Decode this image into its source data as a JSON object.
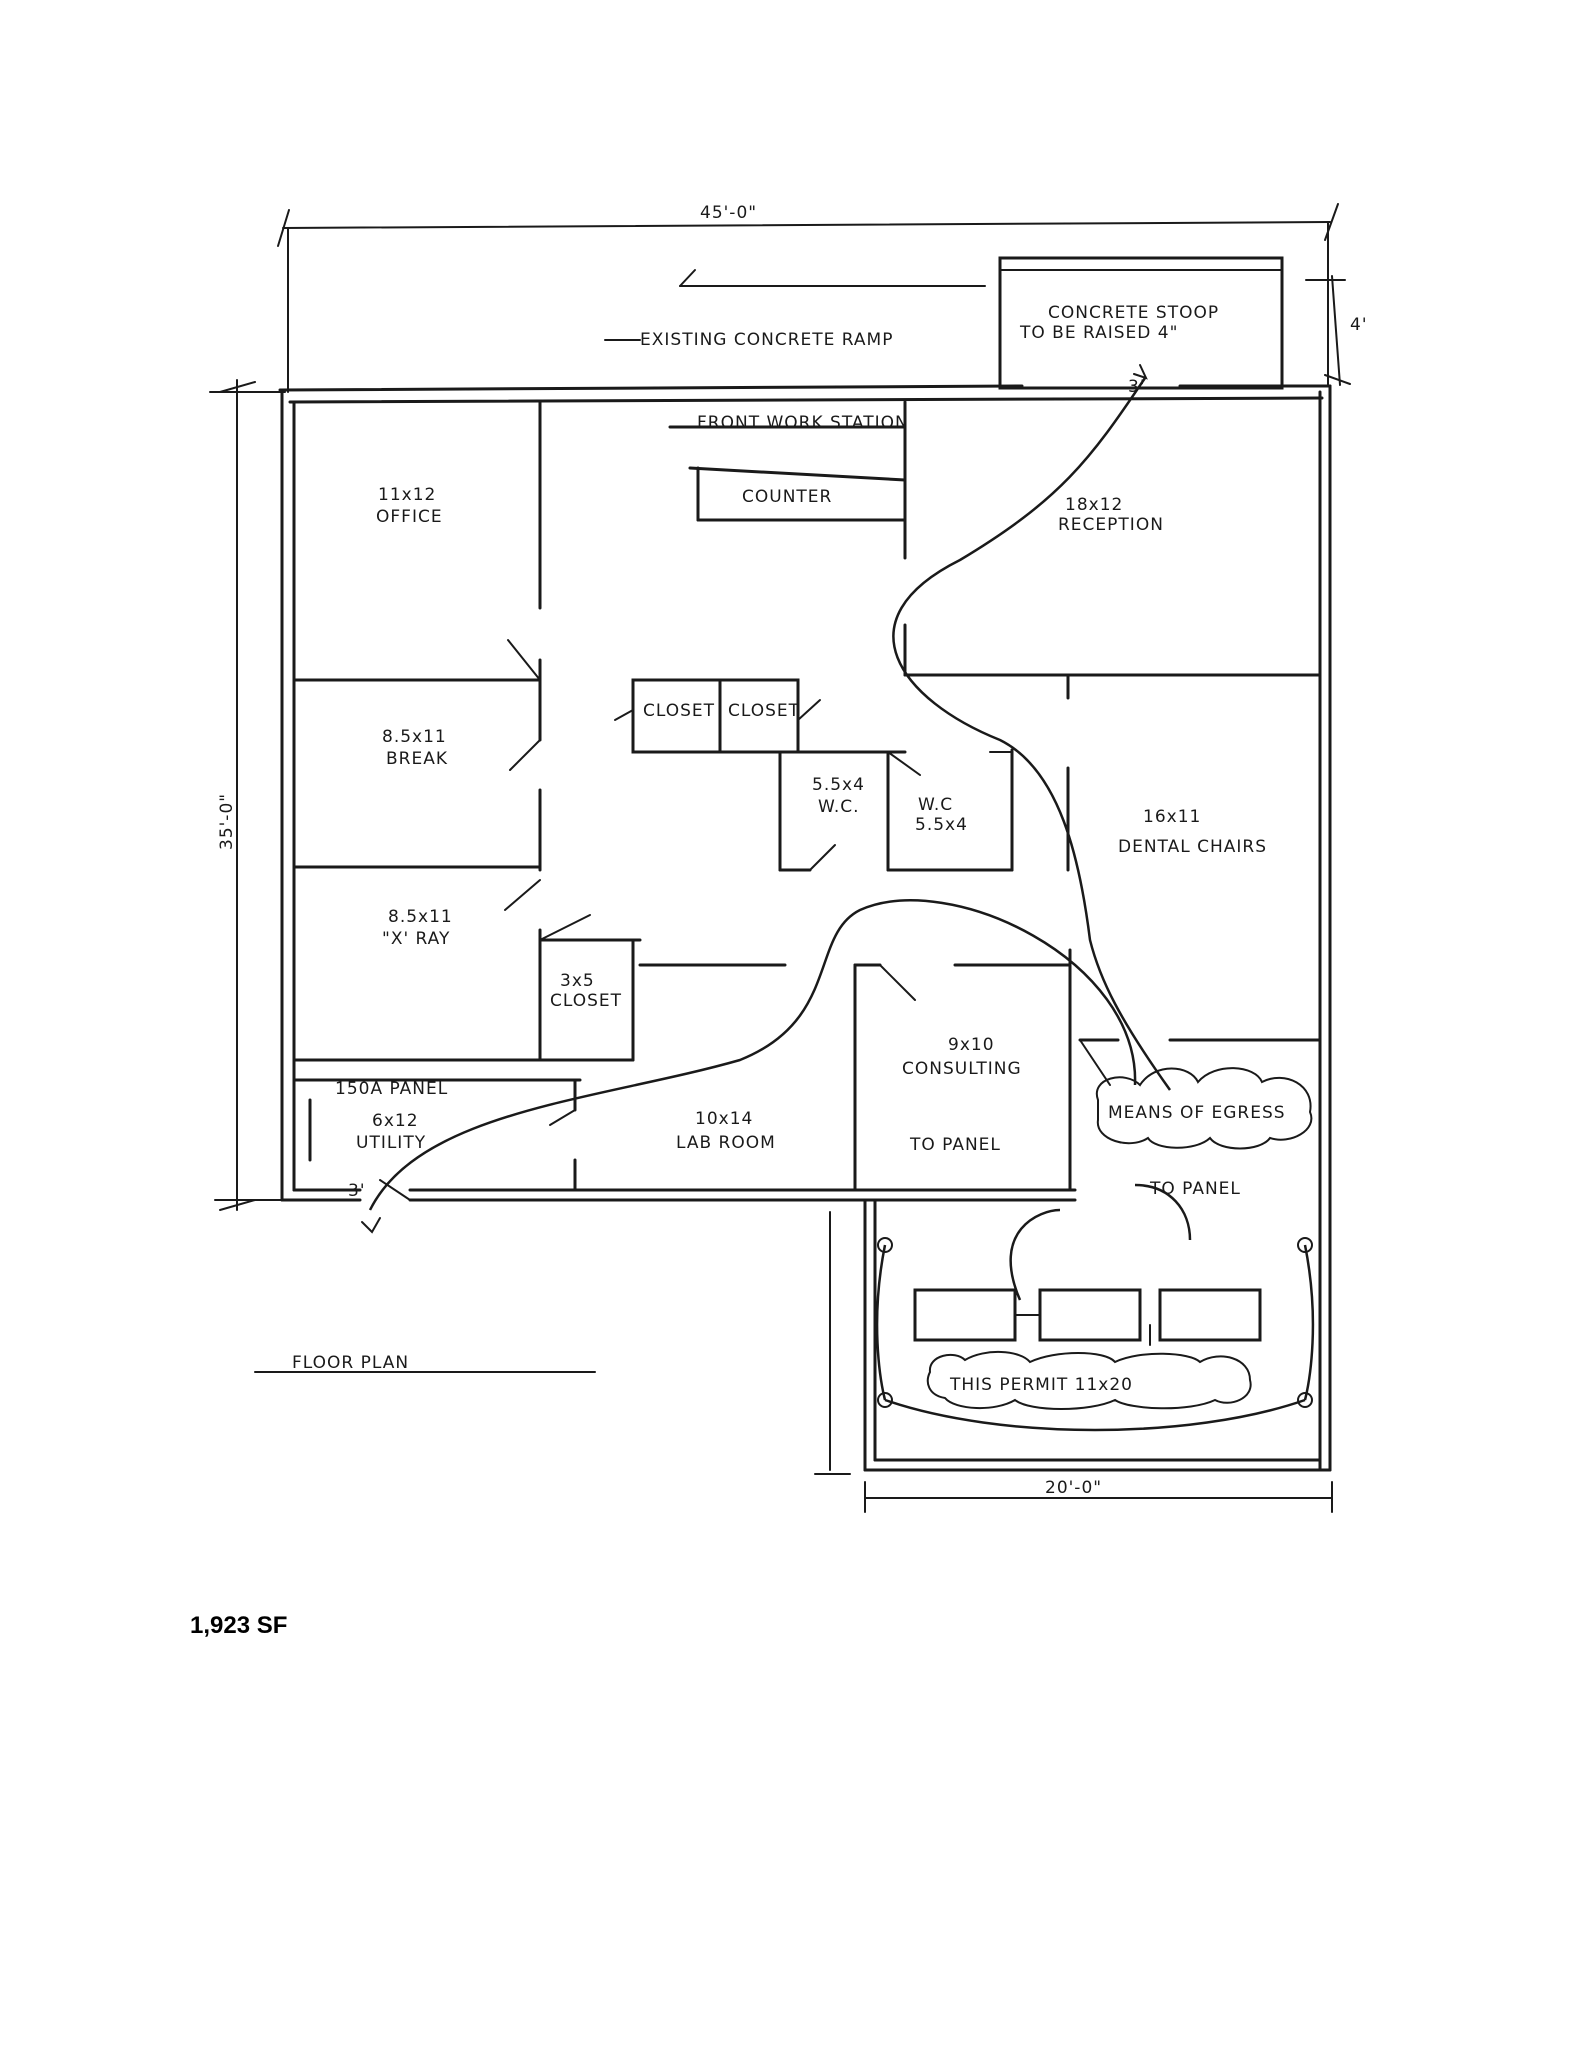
{
  "dimensions": {
    "top_width": "45'-0\"",
    "left_height": "35'-0\"",
    "stoop_depth": "4'",
    "bottom_width": "20'-0\"",
    "door_mark_top": "3'",
    "door_mark_bottom": "3'"
  },
  "exterior": {
    "ramp": "EXISTING CONCRETE RAMP",
    "stoop_line1": "CONCRETE STOOP",
    "stoop_line2": "TO BE RAISED 4\""
  },
  "rooms": {
    "front_work_station": "FRONT WORK STATION",
    "counter": "COUNTER",
    "office_size": "11x12",
    "office_name": "OFFICE",
    "reception_size": "18x12",
    "reception_name": "RECEPTION",
    "closet_a": "CLOSET",
    "closet_b": "CLOSET",
    "break_size": "8.5x11",
    "break_name": "BREAK",
    "wc1_size": "5.5x4",
    "wc1_name": "W.C.",
    "wc2_name": "W.C",
    "wc2_size": "5.5x4",
    "dental_size": "16x11",
    "dental_name": "DENTAL CHAIRS",
    "xray_size": "8.5x11",
    "xray_name": "\"X' RAY",
    "small_closet_size": "3x5",
    "small_closet_name": "CLOSET",
    "consulting_size": "9x10",
    "consulting_name": "CONSULTING",
    "panel": "150A PANEL",
    "utility_size": "6x12",
    "utility_name": "UTILITY",
    "lab_size": "10x14",
    "lab_name": "LAB ROOM",
    "to_panel_a": "TO PANEL",
    "to_panel_b": "TO PANEL",
    "egress": "MEANS OF EGRESS",
    "permit": "THIS PERMIT 11x20"
  },
  "title": "FLOOR PLAN",
  "area": "1,923 SF"
}
